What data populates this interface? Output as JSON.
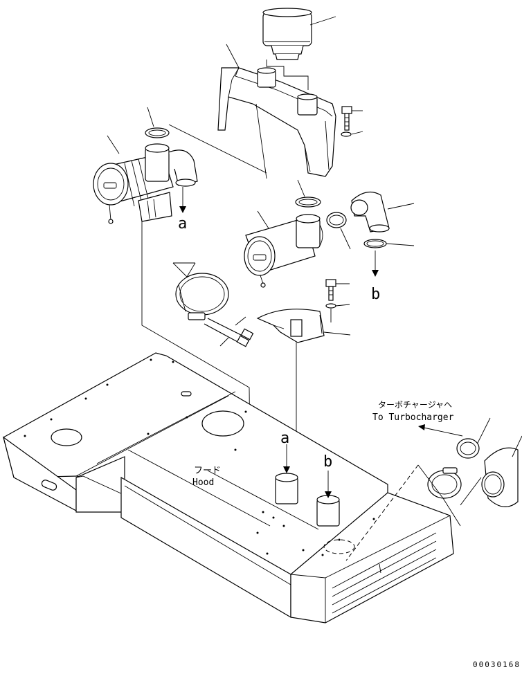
{
  "diagram": {
    "labels": {
      "flow_a_top": "a",
      "flow_b_top": "b",
      "flow_a_bottom": "a",
      "flow_b_bottom": "b",
      "turbo_jp": "ターボチャージャヘ",
      "turbo_en": "To Turbocharger",
      "hood_jp": "フード",
      "hood_en": "Hood",
      "drawing_number": "00030168"
    },
    "colors": {
      "line": "#000000",
      "background": "#ffffff"
    }
  }
}
